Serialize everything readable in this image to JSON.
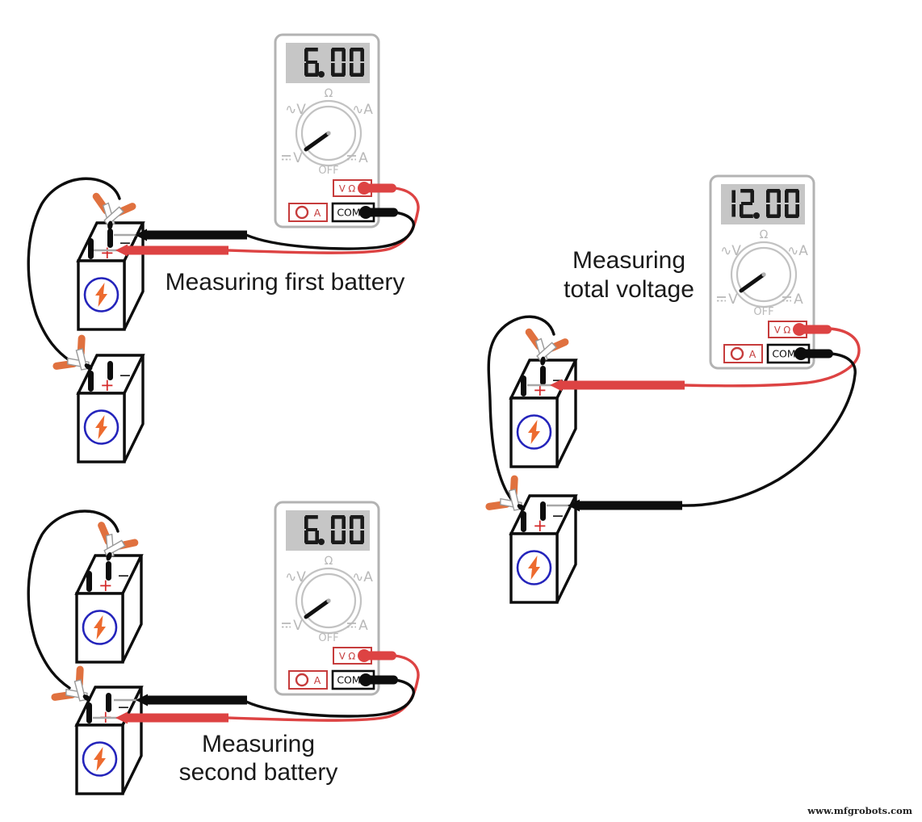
{
  "panels": [
    {
      "name": "first",
      "reading": "6.00",
      "caption": [
        "Measuring first battery"
      ]
    },
    {
      "name": "total",
      "reading": "12.00",
      "caption": [
        "Measuring",
        "total voltage"
      ]
    },
    {
      "name": "second",
      "reading": "6.00",
      "caption": [
        "Measuring",
        "second battery"
      ]
    }
  ],
  "meter": {
    "dial": {
      "ohm": "Ω",
      "ac_volts": "∿V",
      "ac_amps": "∿A",
      "dc_volts": "V",
      "dc_amps": "A",
      "off": "OFF"
    },
    "jacks": {
      "volts_ohms": "V Ω",
      "amps": "A",
      "common": "COM"
    }
  },
  "battery": {
    "plus": "+",
    "minus": "−"
  },
  "watermark": "www.mfgrobots.com",
  "colors": {
    "jack_red": "#c63c3c",
    "lead_red": "#dd4343",
    "lead_black": "#0d0d0d",
    "clip_orange": "#e0713f",
    "bolt_orange": "#ed6b2f",
    "emblem_blue": "#2424bb",
    "meter_border": "#b3b3b3",
    "meter_label": "#b9b9b9",
    "dial_ring": "#c2c2c2",
    "display_bg": "#c6c6c6",
    "digit": "#1a1a1a",
    "probe_metal": "#a8a8a8"
  }
}
